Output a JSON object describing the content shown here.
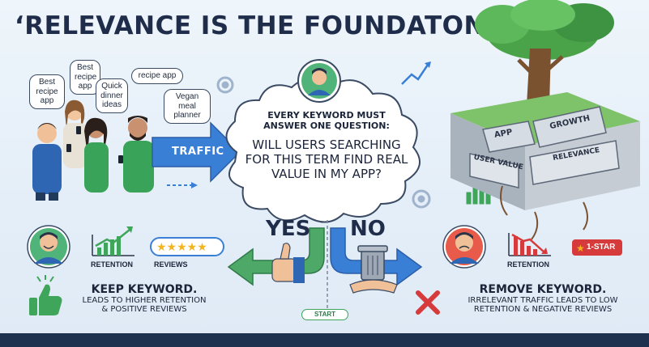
{
  "title": "‘RELEVANCE IS THE FOUNDATON.",
  "searches": [
    "Best recipe app",
    "Best recipe app",
    "Quick dinner ideas",
    "recipe app",
    "Vegan meal planner"
  ],
  "traffic_label": "TRAFFIC",
  "question": {
    "line1": "EVERY KEYWORD MUST",
    "line2": "ANSWER ONE QUESTION:",
    "line3": "WILL USERS SEARCHING",
    "line4": "FOR THIS TERM FIND REAL",
    "line5": "VALUE IN MY APP?"
  },
  "foundation_blocks": [
    "APP",
    "GROWTH",
    "USER VALUE",
    "RELEVANCE"
  ],
  "yes_label": "YES",
  "no_label": "NO",
  "start_label": "START",
  "left_panel": {
    "retention_label": "RETENTION",
    "reviews_label": "REVIEWS",
    "heading": "KEEP KEYWORD.",
    "line1": "LEADS TO HIGHER RETENTION",
    "line2": "& POSITIVE REVIEWS"
  },
  "right_panel": {
    "retention_label": "RETENTION",
    "badge": "1-STAR",
    "heading": "REMOVE KEYWORD.",
    "line1": "IRRELEVANT TRAFFIC LEADS TO LOW",
    "line2": "RETENTION & NEGATIVE REVIEWS"
  },
  "colors": {
    "arrow_blue": "#3a7fd6",
    "positive_green": "#3ea55a",
    "negative_red": "#d63a3a",
    "star_gold": "#f2b51e",
    "title_navy": "#1f2d4a"
  }
}
